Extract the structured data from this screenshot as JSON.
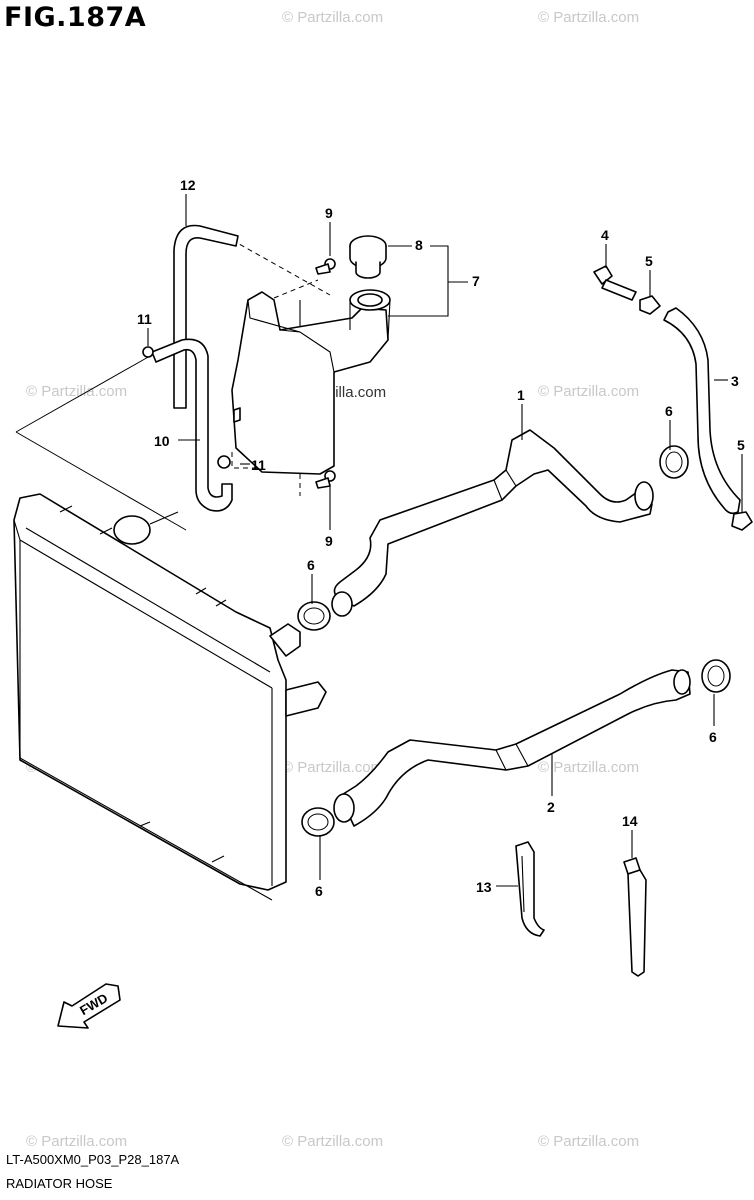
{
  "figure": {
    "title": "FIG.187A",
    "code": "LT-A500XM0_P03_P28_187A",
    "caption": "RADIATOR HOSE",
    "fwd_label": "FWD"
  },
  "watermark": "© Partzilla.com",
  "callouts": [
    "1",
    "2",
    "3",
    "4",
    "5",
    "5",
    "6",
    "6",
    "6",
    "6",
    "7",
    "8",
    "9",
    "9",
    "10",
    "11",
    "11",
    "12",
    "13",
    "14"
  ]
}
